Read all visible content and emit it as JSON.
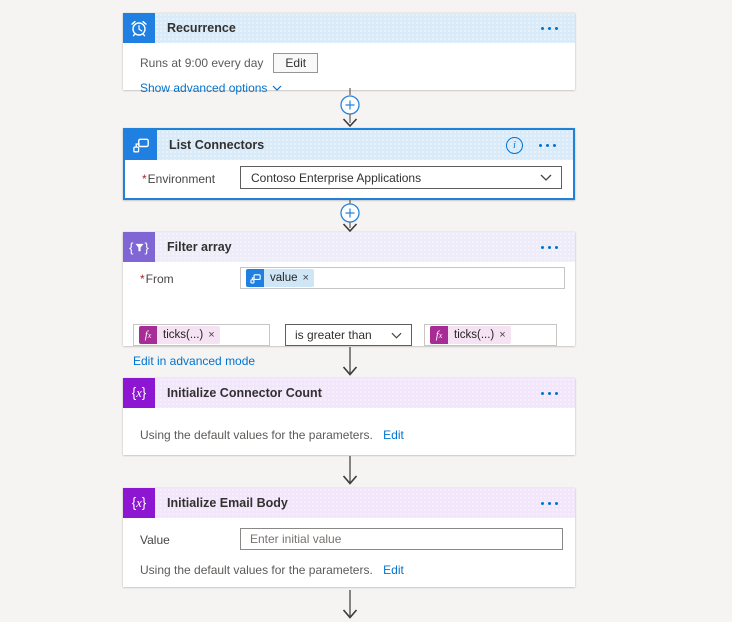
{
  "colors": {
    "blue_action": "#2080e2",
    "header_blue": "#d9eaf8",
    "selected_border": "#1f82d8",
    "purple_dataop": "#8066d4",
    "header_lavender": "#efecfa",
    "purple_variable": "#8d16d2",
    "header_purple": "#f2e6fa",
    "expression_magenta": "#a82c96",
    "expression_pill": "#f5e3f3",
    "token_pill_blue": "#cfe6f7",
    "link_blue": "#0073cf",
    "arrow_gray": "#3b3a39"
  },
  "icons": {
    "recurrence": "alarm-clock-icon",
    "list_connectors": "power-automate-flow-icon",
    "filter_array": "braces-funnel-icon",
    "initialize_variable": "braces-x-icon",
    "expression": "fx-icon",
    "menu": "ellipsis-icon",
    "info": "info-circle-icon",
    "insert": "plus-circle-icon"
  },
  "nodes": {
    "recurrence": {
      "title": "Recurrence",
      "summary": "Runs at 9:00 every day",
      "edit_button": "Edit",
      "advanced_link": "Show advanced options"
    },
    "list_connectors": {
      "title": "List Connectors",
      "selected": true,
      "field_required": "*",
      "field_label": "Environment",
      "field_value": "Contoso Enterprise Applications"
    },
    "filter_array": {
      "title": "Filter array",
      "from_required": "*",
      "from_label": "From",
      "from_token": "value",
      "left_token": "ticks(...)",
      "operator": "is greater than",
      "right_token": "ticks(...)",
      "advanced_link": "Edit in advanced mode"
    },
    "initialize_connector_count": {
      "title": "Initialize Connector Count",
      "summary": "Using the default values for the parameters.",
      "edit_link": "Edit"
    },
    "initialize_email_body": {
      "title": "Initialize Email Body",
      "value_label": "Value",
      "value_placeholder": "Enter initial value",
      "summary": "Using the default values for the parameters.",
      "edit_link": "Edit"
    }
  },
  "tokens": {
    "close_glyph": "×"
  }
}
